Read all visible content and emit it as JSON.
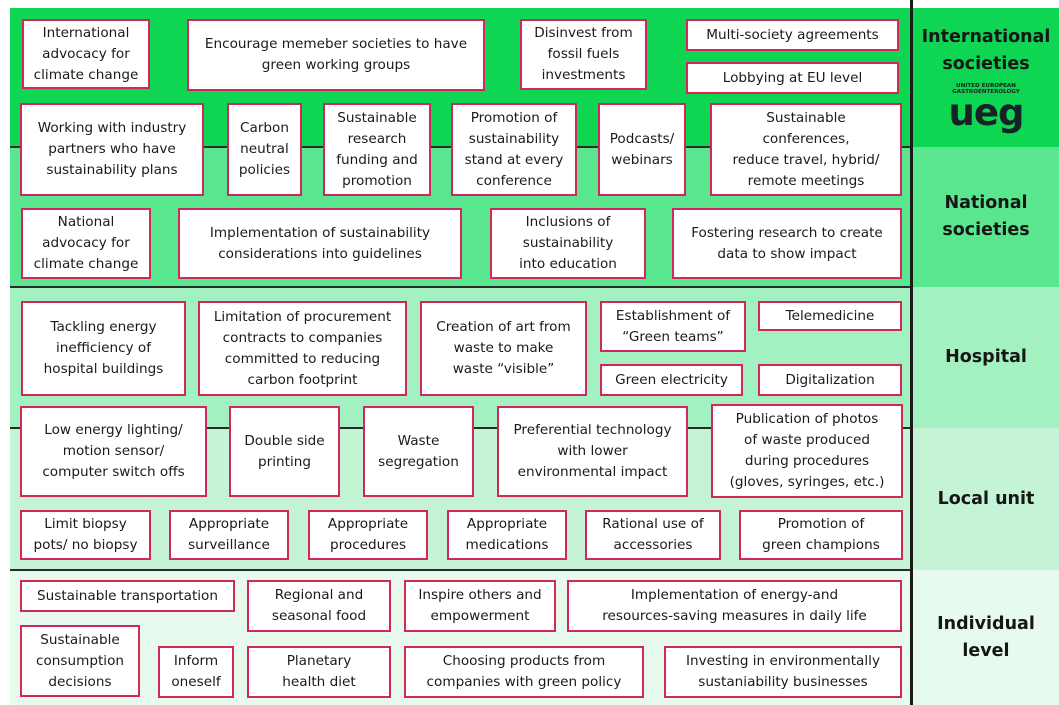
{
  "colors": {
    "international": "#0ed552",
    "national": "#5ae68f",
    "hospital": "#a3f0c0",
    "local": "#c4f3d6",
    "individual": "#e6faee",
    "box_border": "#d2275a"
  },
  "levels": [
    {
      "id": "international",
      "label": "International\nsocieties"
    },
    {
      "id": "national",
      "label": "National\nsocieties"
    },
    {
      "id": "hospital",
      "label": "Hospital"
    },
    {
      "id": "local",
      "label": "Local unit"
    },
    {
      "id": "individual",
      "label": "Individual\nlevel"
    }
  ],
  "logo": {
    "subtitle": "UNITED EUROPEAN\nGASTROENTEROLOGY",
    "mark": "ueg"
  },
  "boxes": [
    "International\nadvocacy for\nclimate change",
    "Encourage memeber societies to have\ngreen working groups",
    "Disinvest from\nfossil fuels\ninvestments",
    "Multi-society agreements",
    "Lobbying at EU level",
    "Working with industry\npartners who have\nsustainability plans",
    "Carbon\nneutral\npolicies",
    "Sustainable\nresearch\nfunding and\npromotion",
    "Promotion of\nsustainability\nstand at every\nconference",
    "Podcasts/\nwebinars",
    "Sustainable\nconferences,\nreduce travel, hybrid/\nremote meetings",
    "National\nadvocacy for\nclimate change",
    "Implementation of sustainability\nconsiderations into guidelines",
    "Inclusions of\nsustainability\ninto education",
    "Fostering research to create\ndata to show impact",
    "Tackling energy\ninefficiency of\nhospital buildings",
    "Limitation of procurement\ncontracts to companies\ncommitted to reducing\ncarbon footprint",
    "Creation of art from\nwaste to make\nwaste “visible”",
    "Establishment of\n“Green teams”",
    "Telemedicine",
    "Green electricity",
    "Digitalization",
    "Low energy lighting/\nmotion sensor/\ncomputer switch offs",
    "Double side\nprinting",
    "Waste\nsegregation",
    "Preferential technology\nwith lower\nenvironmental impact",
    "Publication of photos\nof waste produced\nduring procedures\n(gloves, syringes, etc.)",
    "Limit biopsy\npots/ no biopsy",
    "Appropriate\nsurveillance",
    "Appropriate\nprocedures",
    "Appropriate\nmedications",
    "Rational use of\naccessories",
    "Promotion of\ngreen champions",
    "Sustainable transportation",
    "Regional and\nseasonal food",
    "Inspire others and\nempowerment",
    "Implementation of energy-and\nresources-saving measures in daily life",
    "Sustainable\nconsumption\ndecisions",
    "Inform\noneself",
    "Planetary\nhealth diet",
    "Choosing products from\ncompanies with green policy",
    "Investing in environmentally\nsustaniability businesses"
  ]
}
